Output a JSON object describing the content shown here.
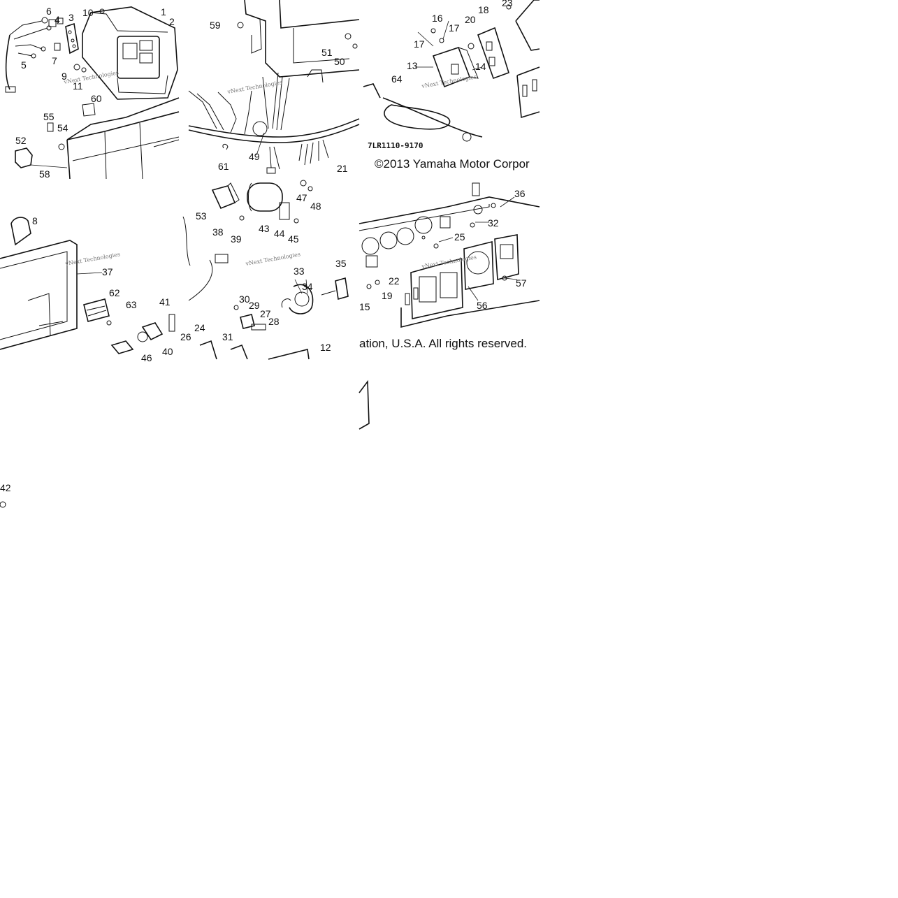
{
  "diagram": {
    "part_code": "7LR1110-9170",
    "copyright_line_1": "©2013 Yamaha Motor Corpor",
    "copyright_line_2": "ation, U.S.A. All rights reserved.",
    "watermark": "vNext Technologies",
    "callouts": [
      {
        "id": "c1",
        "text": "1"
      },
      {
        "id": "c2",
        "text": "2"
      },
      {
        "id": "c3",
        "text": "3"
      },
      {
        "id": "c4",
        "text": "4"
      },
      {
        "id": "c5",
        "text": "5"
      },
      {
        "id": "c6",
        "text": "6"
      },
      {
        "id": "c7",
        "text": "7"
      },
      {
        "id": "c8",
        "text": "8"
      },
      {
        "id": "c9",
        "text": "9"
      },
      {
        "id": "c10",
        "text": "10"
      },
      {
        "id": "c11",
        "text": "11"
      },
      {
        "id": "c12",
        "text": "12"
      },
      {
        "id": "c13",
        "text": "13"
      },
      {
        "id": "c14",
        "text": "14"
      },
      {
        "id": "c15",
        "text": "15"
      },
      {
        "id": "c16",
        "text": "16"
      },
      {
        "id": "c17a",
        "text": "17"
      },
      {
        "id": "c17b",
        "text": "17"
      },
      {
        "id": "c18",
        "text": "18"
      },
      {
        "id": "c19",
        "text": "19"
      },
      {
        "id": "c20",
        "text": "20"
      },
      {
        "id": "c21",
        "text": "21"
      },
      {
        "id": "c22",
        "text": "22"
      },
      {
        "id": "c23",
        "text": "23"
      },
      {
        "id": "c24",
        "text": "24"
      },
      {
        "id": "c25",
        "text": "25"
      },
      {
        "id": "c26",
        "text": "26"
      },
      {
        "id": "c27",
        "text": "27"
      },
      {
        "id": "c28",
        "text": "28"
      },
      {
        "id": "c29",
        "text": "29"
      },
      {
        "id": "c30",
        "text": "30"
      },
      {
        "id": "c31",
        "text": "31"
      },
      {
        "id": "c32",
        "text": "32"
      },
      {
        "id": "c33",
        "text": "33"
      },
      {
        "id": "c34",
        "text": "34"
      },
      {
        "id": "c35",
        "text": "35"
      },
      {
        "id": "c36",
        "text": "36"
      },
      {
        "id": "c37",
        "text": "37"
      },
      {
        "id": "c38",
        "text": "38"
      },
      {
        "id": "c39",
        "text": "39"
      },
      {
        "id": "c40",
        "text": "40"
      },
      {
        "id": "c41",
        "text": "41"
      },
      {
        "id": "c42",
        "text": "42"
      },
      {
        "id": "c43",
        "text": "43"
      },
      {
        "id": "c44",
        "text": "44"
      },
      {
        "id": "c45",
        "text": "45"
      },
      {
        "id": "c46",
        "text": "46"
      },
      {
        "id": "c47",
        "text": "47"
      },
      {
        "id": "c48",
        "text": "48"
      },
      {
        "id": "c49",
        "text": "49"
      },
      {
        "id": "c50",
        "text": "50"
      },
      {
        "id": "c51",
        "text": "51"
      },
      {
        "id": "c52",
        "text": "52"
      },
      {
        "id": "c53",
        "text": "53"
      },
      {
        "id": "c54",
        "text": "54"
      },
      {
        "id": "c55",
        "text": "55"
      },
      {
        "id": "c56",
        "text": "56"
      },
      {
        "id": "c57",
        "text": "57"
      },
      {
        "id": "c58",
        "text": "58"
      },
      {
        "id": "c59",
        "text": "59"
      },
      {
        "id": "c60",
        "text": "60"
      },
      {
        "id": "c61",
        "text": "61"
      },
      {
        "id": "c62",
        "text": "62"
      },
      {
        "id": "c63",
        "text": "63"
      },
      {
        "id": "c64",
        "text": "64"
      }
    ]
  }
}
